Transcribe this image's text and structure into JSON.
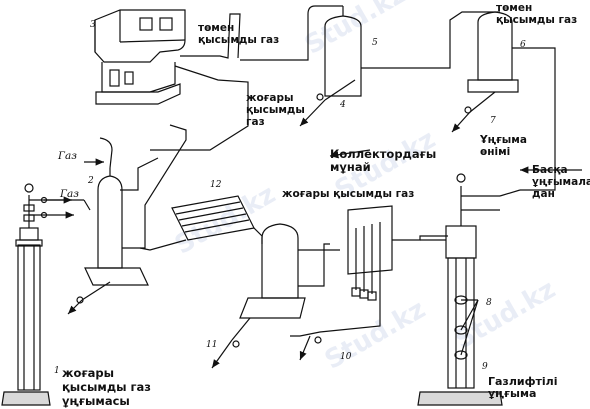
{
  "labels": {
    "low_gas_1": "төмен қысымды газ",
    "low_gas_2": "төмен қысымды газ",
    "high_gas_1": "жоғары қысымды газ",
    "high_gas_2": "жоғары қысымды газ",
    "collector_oil": "Коллектордағы мұнай",
    "well_product": "Ұңғыма өнімі",
    "other_wells": "Басқа ұңғымалар дан",
    "gas_1": "Газ",
    "gas_2": "Газ",
    "high_gas_well": "жоғары қысымды газ ұңғымасы",
    "gaslift_well": "Газлифтілі ұңғыма"
  },
  "numbers": {
    "n1": "1",
    "n2": "2",
    "n3": "3",
    "n4": "4",
    "n5": "5",
    "n6": "6",
    "n7": "7",
    "n8": "8",
    "n9": "9",
    "n10": "10",
    "n11": "11",
    "n12": "12"
  },
  "watermark": "Stud.kz"
}
